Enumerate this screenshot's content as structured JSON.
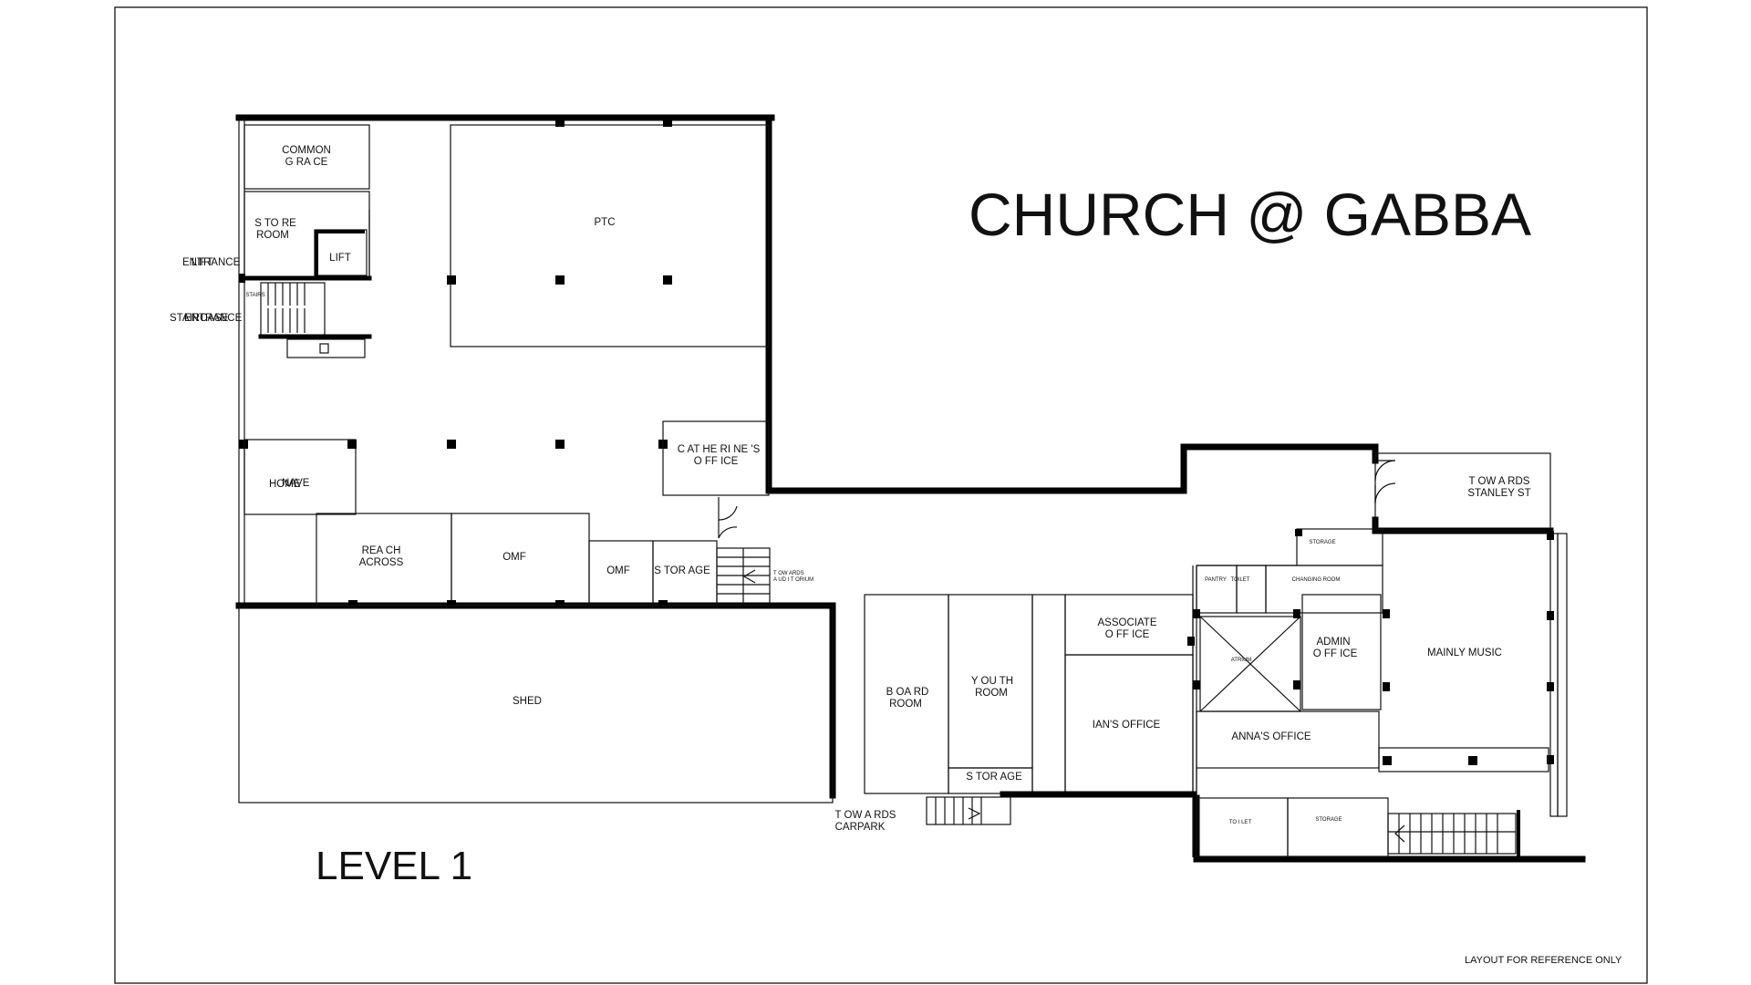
{
  "title": "CHURCH @ GABBA",
  "level": "LEVEL 1",
  "footnote": "LAYOUT FOR REFERENCE ONLY",
  "rooms": {
    "common_grace": [
      "COMMON",
      "G RA CE"
    ],
    "store_room": [
      "S TO RE",
      "ROOM"
    ],
    "lift": "LIFT",
    "stairs": "STAIRS",
    "entrance": "ENTRANCE",
    "lift_side": "LIFT",
    "staircase": "STAIRCASE",
    "entrance_2": "ENTRANCE",
    "ptc": "PTC",
    "nave": "NAVE",
    "home": "HOME",
    "catherines_office": [
      "C AT HE RI NE 'S",
      "O FF ICE"
    ],
    "reach_across": [
      "REA CH",
      "ACROSS"
    ],
    "omf_large": "OMF",
    "omf_small": "OMF",
    "storage_1": "S TOR AGE",
    "towards_auditorium": [
      "T OW ARDS",
      "A UD I T ORIUM"
    ],
    "shed": "SHED",
    "board_room": [
      "B OA RD",
      "ROOM"
    ],
    "youth_room": [
      "Y OU TH",
      "ROOM"
    ],
    "storage_2": "S TOR AGE",
    "associate_office": [
      "ASSOCIATE",
      "O FF ICE"
    ],
    "ians_office": "IAN'S OFFICE",
    "pantry": "PANTRY",
    "toilet_1": "TOILET",
    "changing_room": "CHANGING ROOM",
    "storage_top": "STORAGE",
    "atrium": "ATRIUM",
    "admin_office": [
      "ADMIN",
      "O FF ICE"
    ],
    "annas_office": "ANNA'S OFFICE",
    "mainly_music": "MAINLY MUSIC",
    "towards_stanley": [
      "T OW A RDS",
      "STANLEY ST"
    ],
    "toilet_2": "TO I LET",
    "storage_bottom": "STORAGE",
    "towards_carpark": [
      "T OW A RDS",
      "CARPARK"
    ]
  }
}
